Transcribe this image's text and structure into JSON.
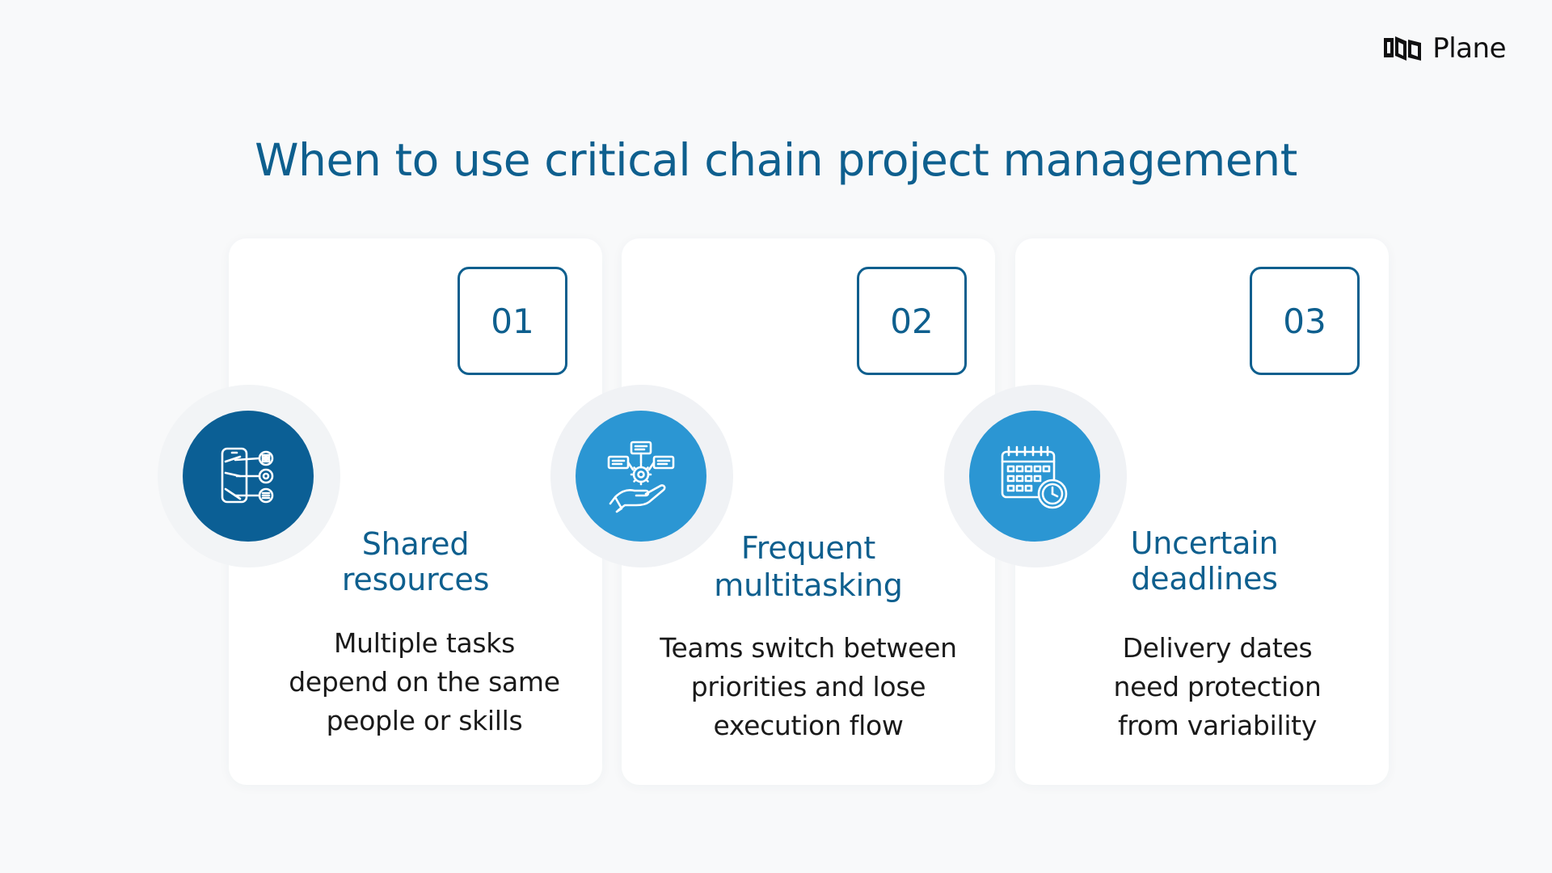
{
  "brand": {
    "logo_text": "Plane",
    "logo_icon": "plane-logo-icon"
  },
  "title": "When to use critical chain project management",
  "colors": {
    "title": "#0e5f8e",
    "circle_dark": "#0b5f95",
    "circle_light": "#2b96d3",
    "background": "#f8f9fa"
  },
  "cards": [
    {
      "number": "01",
      "icon": "phone-network-icon",
      "heading_line1": "Shared",
      "heading_line2": "resources",
      "desc_line1": "Multiple tasks",
      "desc_line2": "depend on the same",
      "desc_line3": "people or skills"
    },
    {
      "number": "02",
      "icon": "hand-gear-icon",
      "heading_line1": "Frequent",
      "heading_line2": "multitasking",
      "desc_line1": "Teams switch between",
      "desc_line2": "priorities and lose",
      "desc_line3": "execution flow"
    },
    {
      "number": "03",
      "icon": "calendar-clock-icon",
      "heading_line1": "Uncertain",
      "heading_line2": "deadlines",
      "desc_line1": "Delivery dates",
      "desc_line2": "need protection",
      "desc_line3": "from variability"
    }
  ]
}
